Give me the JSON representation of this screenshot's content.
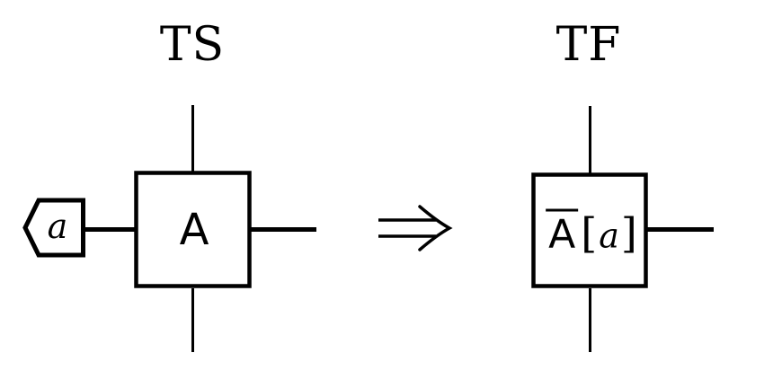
{
  "figure": {
    "background_color": "#ffffff",
    "ink_color": "#000000",
    "left_diagram": {
      "title": "TS",
      "box_label": "A",
      "tag_label": "a"
    },
    "arrow": {
      "symbol": "⇒"
    },
    "right_diagram": {
      "title": "TF",
      "box_label_base": "A",
      "box_label_open_bracket": "[",
      "box_label_arg": "a",
      "box_label_close_bracket": "]"
    }
  }
}
